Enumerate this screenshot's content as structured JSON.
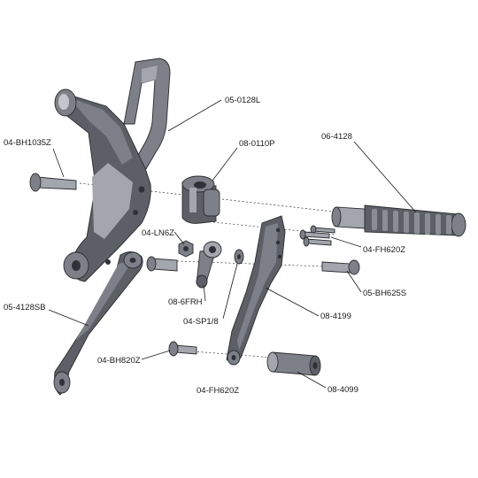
{
  "diagram": {
    "parts": [
      {
        "id": "p1",
        "label": "05-0128L"
      },
      {
        "id": "p2",
        "label": "08-0110P"
      },
      {
        "id": "p3",
        "label": "06-4128"
      },
      {
        "id": "p4",
        "label": "04-BH1035Z"
      },
      {
        "id": "p5",
        "label": "04-LN6Z"
      },
      {
        "id": "p6",
        "label": "04-FH620Z"
      },
      {
        "id": "p7",
        "label": "08-6FRH"
      },
      {
        "id": "p8",
        "label": "05-BH625S"
      },
      {
        "id": "p9",
        "label": "05-4128SB"
      },
      {
        "id": "p10",
        "label": "04-SP1/8"
      },
      {
        "id": "p11",
        "label": "08-4199"
      },
      {
        "id": "p12",
        "label": "04-BH820Z"
      },
      {
        "id": "p13",
        "label": "04-FH620Z"
      },
      {
        "id": "p14",
        "label": "08-4099"
      }
    ]
  }
}
